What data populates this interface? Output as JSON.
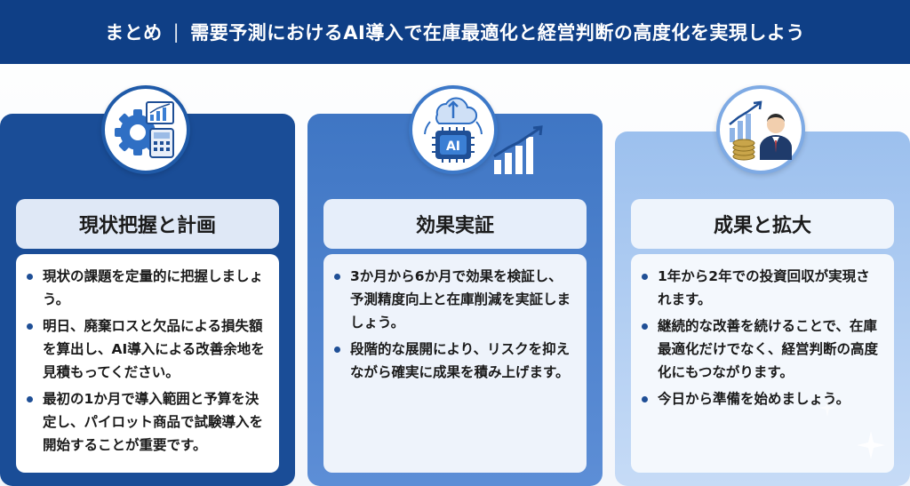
{
  "header": {
    "label": "まとめ",
    "title": "需要予測におけるAI導入で在庫最適化と経営判断の高度化を実現しよう"
  },
  "cards": [
    {
      "icon": "gear-chart-calculator-icon",
      "title": "現状把握と計画",
      "items": [
        "現状の課題を定量的に把握しましょう。",
        "明日、廃棄ロスと欠品による損失額を算出し、AI導入による改善余地を見積もってください。",
        "最初の1か月で導入範囲と予算を決定し、パイロット商品で試験導入を開始することが重要です。"
      ]
    },
    {
      "icon": "ai-chip-cloud-icon",
      "chip_label": "AI",
      "title": "効果実証",
      "items": [
        "3か月から6か月で効果を検証し、予測精度向上と在庫削減を実証しましょう。",
        "段階的な展開により、リスクを抑えながら確実に成果を積み上げます。"
      ]
    },
    {
      "icon": "growth-chart-businessman-icon",
      "title": "成果と拡大",
      "items": [
        "1年から2年での投資回収が実現されます。",
        "継続的な改善を続けることで、在庫最適化だけでなく、経営判断の高度化にもつながります。",
        "今日から準備を始めましょう。"
      ]
    }
  ],
  "colors": {
    "header_bg": "#0f3f86",
    "card1_bg": "#1a4d97",
    "card2_bg": "#3f76c4",
    "card3_bg": "#9cc0ee"
  }
}
